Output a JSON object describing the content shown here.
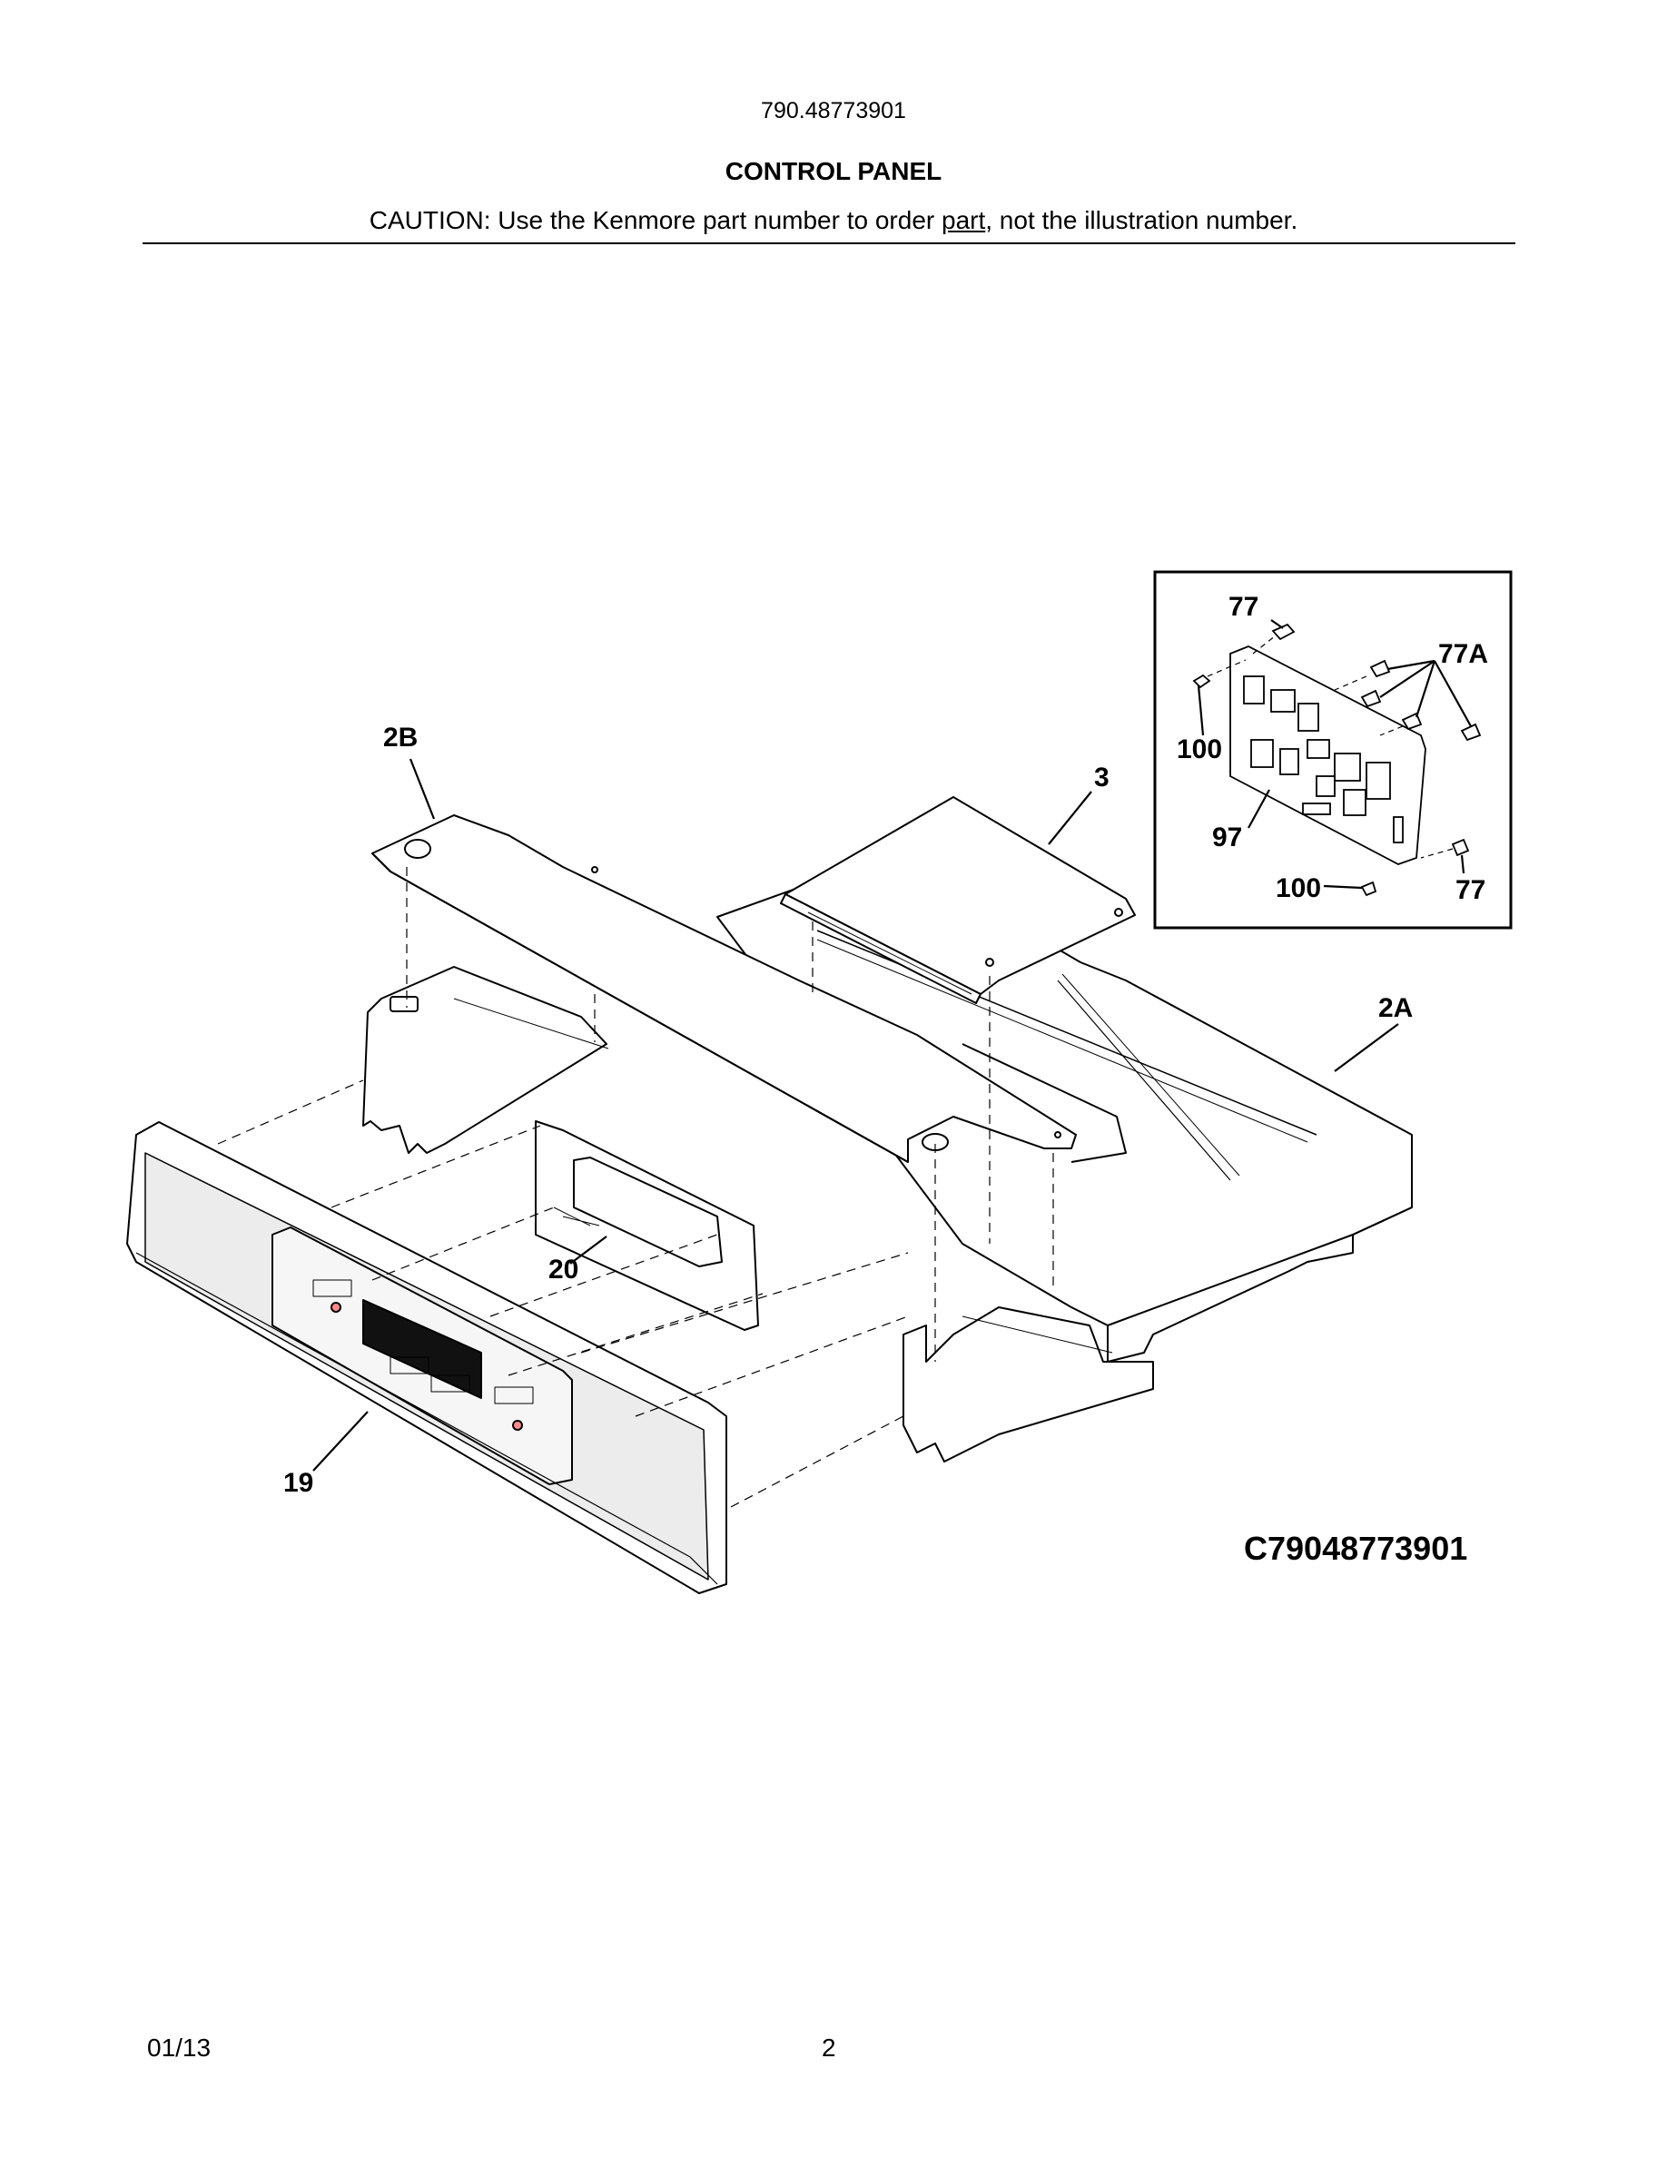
{
  "header": {
    "model_number": "790.48773901",
    "title": "CONTROL PANEL",
    "caution_before": "CAUTION: Use the Kenmore part number to order ",
    "caution_underlined": "part",
    "caution_after": ", not the illustration number."
  },
  "diagram": {
    "callouts": {
      "c2B": "2B",
      "c3": "3",
      "c2A": "2A",
      "c20": "20",
      "c19": "19",
      "c77_top": "77",
      "c77A": "77A",
      "c100_left": "100",
      "c97": "97",
      "c100_bottom": "100",
      "c77_bottom": "77"
    },
    "figure_code": "C79048773901"
  },
  "footer": {
    "date": "01/13",
    "page_number": "2"
  }
}
